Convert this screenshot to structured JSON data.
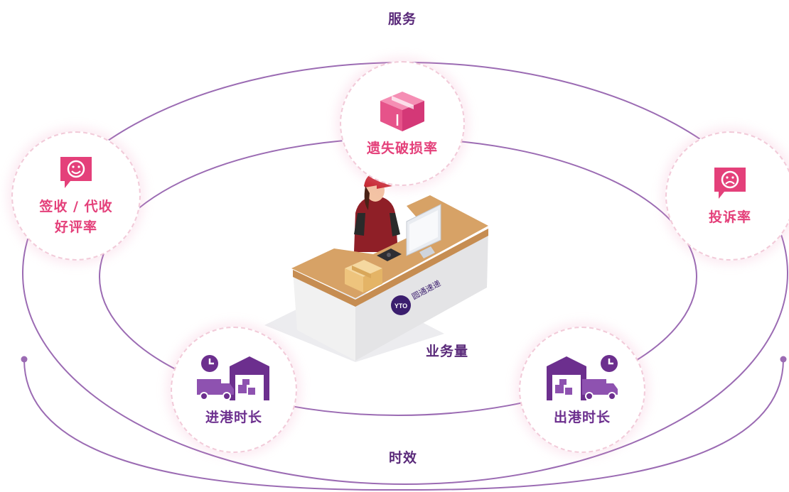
{
  "colors": {
    "ring": "#9b6bb3",
    "pink": "#e4407a",
    "purple": "#6c2f8e",
    "label": "#5a2a7a"
  },
  "ring_labels": {
    "top": "服务",
    "middle": "业务量",
    "bottom": "时效"
  },
  "nodes": {
    "damage": {
      "label": "遗失破损率",
      "icon": "package-icon"
    },
    "satisfaction": {
      "line1": "签收 / 代收",
      "line2": "好评率",
      "icon": "smile-chat-icon"
    },
    "complaint": {
      "label": "投诉率",
      "icon": "frown-chat-icon"
    },
    "inbound": {
      "label": "进港时长",
      "icon": "truck-to-warehouse-icon"
    },
    "outbound": {
      "label": "出港时长",
      "icon": "warehouse-to-truck-icon"
    }
  },
  "illustration": {
    "brand_logo": "YTO",
    "brand_text": "圆通速递"
  }
}
